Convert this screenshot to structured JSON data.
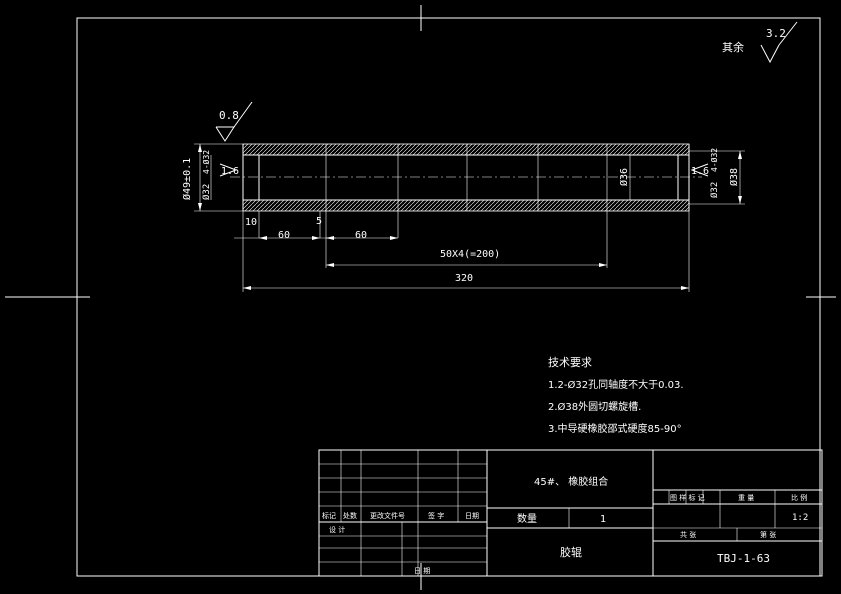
{
  "roughness": {
    "rest_label": "其余",
    "rest_value": "3.2",
    "left_value": "0.8",
    "bore_left": "1.6",
    "bore_right": "1.6"
  },
  "dimensions": {
    "outer_dia": "Ø49±0.1",
    "inner_left": "Ø32",
    "left_gauge": "4-Ø32",
    "right_gauge": "4-Ø32",
    "inner_right": "Ø32",
    "mid_dia": "Ø36",
    "right_dia": "Ø38",
    "d_10": "10",
    "d_5": "5",
    "d_60a": "60",
    "d_60b": "60",
    "d_50x4": "50X4(=200)",
    "d_320": "320"
  },
  "tech": {
    "title": "技术要求",
    "items": [
      "1.2-Ø32孔同轴度不大于0.03.",
      "2.Ø38外圆切螺旋槽.",
      "3.中导硬橡胶邵式硬度85-90°"
    ]
  },
  "title_block": {
    "material": "45#、 橡胶组合",
    "qty_label": "数量",
    "qty_value": "1",
    "part_name": "胶辊",
    "drawing_no": "TBJ-1-63",
    "hdr_mark": "标记",
    "hdr_count": "处数",
    "hdr_doc": "更改文件号",
    "hdr_sign": "签 字",
    "hdr_date": "日期",
    "design": "设 计",
    "date": "日 期",
    "col_stage": "图 样 标 记",
    "col_weight": "重 量",
    "col_scale": "比 例",
    "scale_value": "1:2",
    "total": "共 张",
    "sheet": "第 张"
  }
}
